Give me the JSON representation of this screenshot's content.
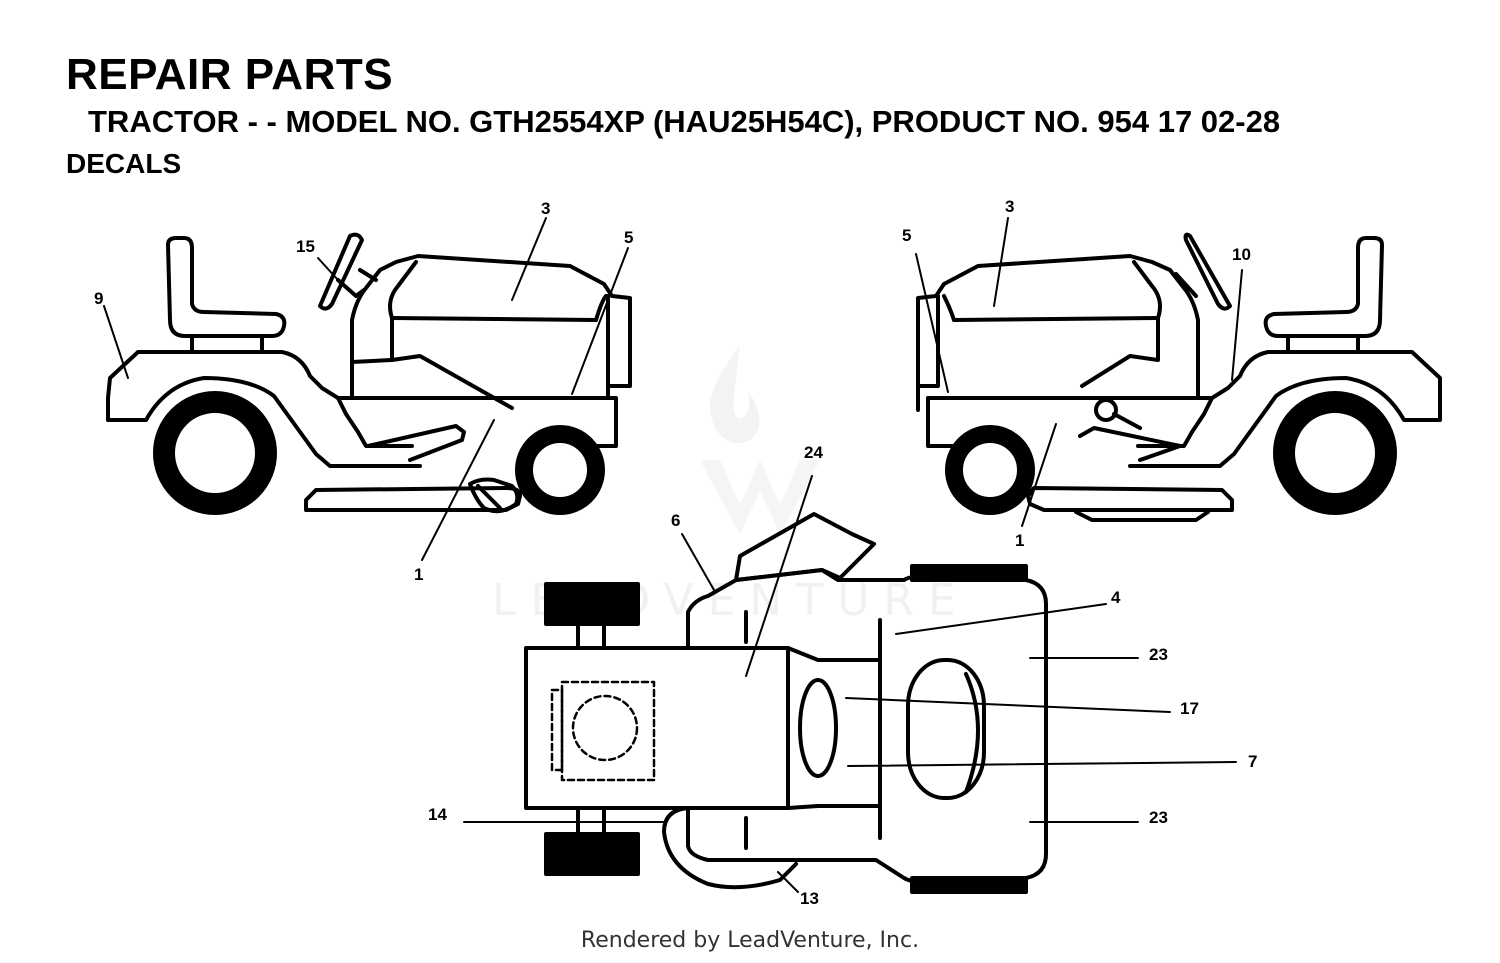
{
  "header": {
    "title": "REPAIR PARTS",
    "subtitle": "TRACTOR - - MODEL NO. GTH2554XP (HAU25H54C), PRODUCT NO. 954 17 02-28",
    "section": "DECALS"
  },
  "watermark": {
    "text": "LEADVENTURE"
  },
  "callouts": {
    "left_3": "3",
    "left_15": "15",
    "left_5": "5",
    "left_9": "9",
    "left_1": "1",
    "right_3": "3",
    "right_5": "5",
    "right_10": "10",
    "right_1": "1",
    "top_24": "24",
    "top_6": "6",
    "top_4": "4",
    "top_23a": "23",
    "top_17": "17",
    "top_7": "7",
    "top_23b": "23",
    "top_14": "14",
    "top_13": "13"
  },
  "footer": {
    "text": "Rendered by LeadVenture, Inc."
  }
}
